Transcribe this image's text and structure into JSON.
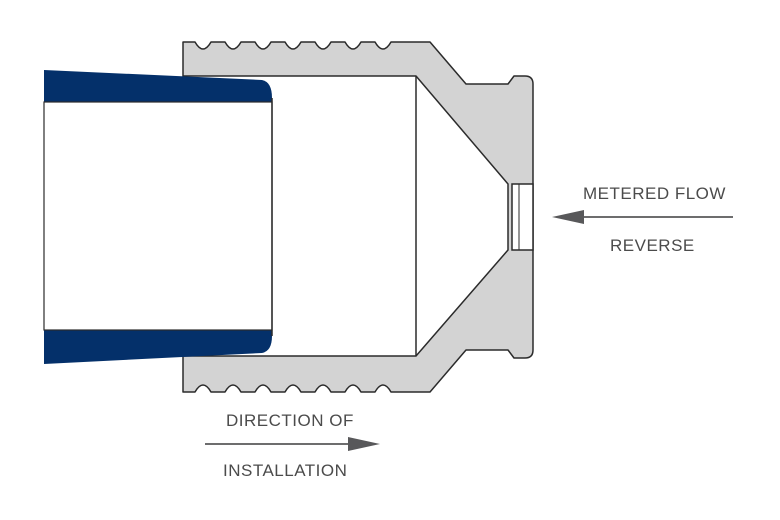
{
  "labels": {
    "metered_flow": "METERED FLOW",
    "reverse": "REVERSE",
    "direction_of": "DIRECTION OF",
    "installation": "INSTALLATION"
  },
  "colors": {
    "pipe": "#04306a",
    "fitting": "#d3d3d3",
    "outline": "#2b2b2b",
    "arrow": "#58585a",
    "text": "#4b4b4b"
  }
}
